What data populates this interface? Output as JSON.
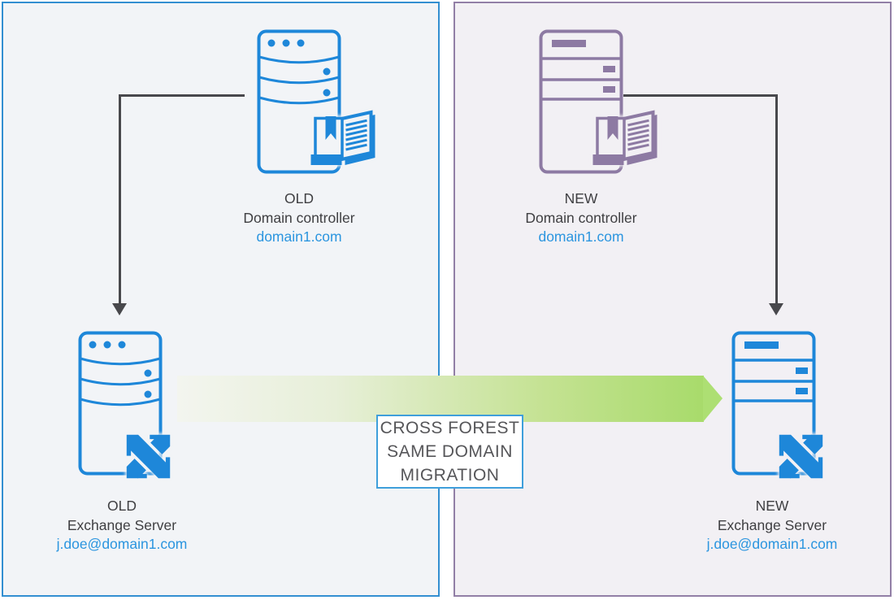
{
  "panels": {
    "left": {
      "name": "old-forest",
      "bg_color": "#f2f4f7",
      "border_color": "#338fd1",
      "domain_controller": {
        "prefix": "OLD",
        "role": "Domain controller",
        "domain": "domain1.com"
      },
      "exchange_server": {
        "prefix": "OLD",
        "role": "Exchange Server",
        "mailbox": "j.doe@domain1.com"
      }
    },
    "right": {
      "name": "new-forest",
      "bg_color": "#f2f0f4",
      "border_color": "#927fa6",
      "domain_controller": {
        "prefix": "NEW",
        "role": "Domain controller",
        "domain": "domain1.com"
      },
      "exchange_server": {
        "prefix": "NEW",
        "role": "Exchange Server",
        "mailbox": "j.doe@domain1.com"
      }
    }
  },
  "migration_label": {
    "line1": "CROSS FOREST",
    "line2": "SAME DOMAIN",
    "line3": "MIGRATION"
  },
  "colors": {
    "icon_blue": "#1e87d9",
    "icon_purple": "#8d7aa3",
    "link_blue": "#2b95df",
    "arrow_green": "#a8db6b",
    "connector_gray": "#48484c",
    "text_gray": "#3f3f42",
    "label_border_blue": "#3f9fdb"
  },
  "icons": {
    "server": "server-tower-icon",
    "directory": "address-book-icon",
    "exchange": "exchange-logo-icon",
    "connector": "down-arrowhead",
    "flow": "migration-arrow"
  }
}
